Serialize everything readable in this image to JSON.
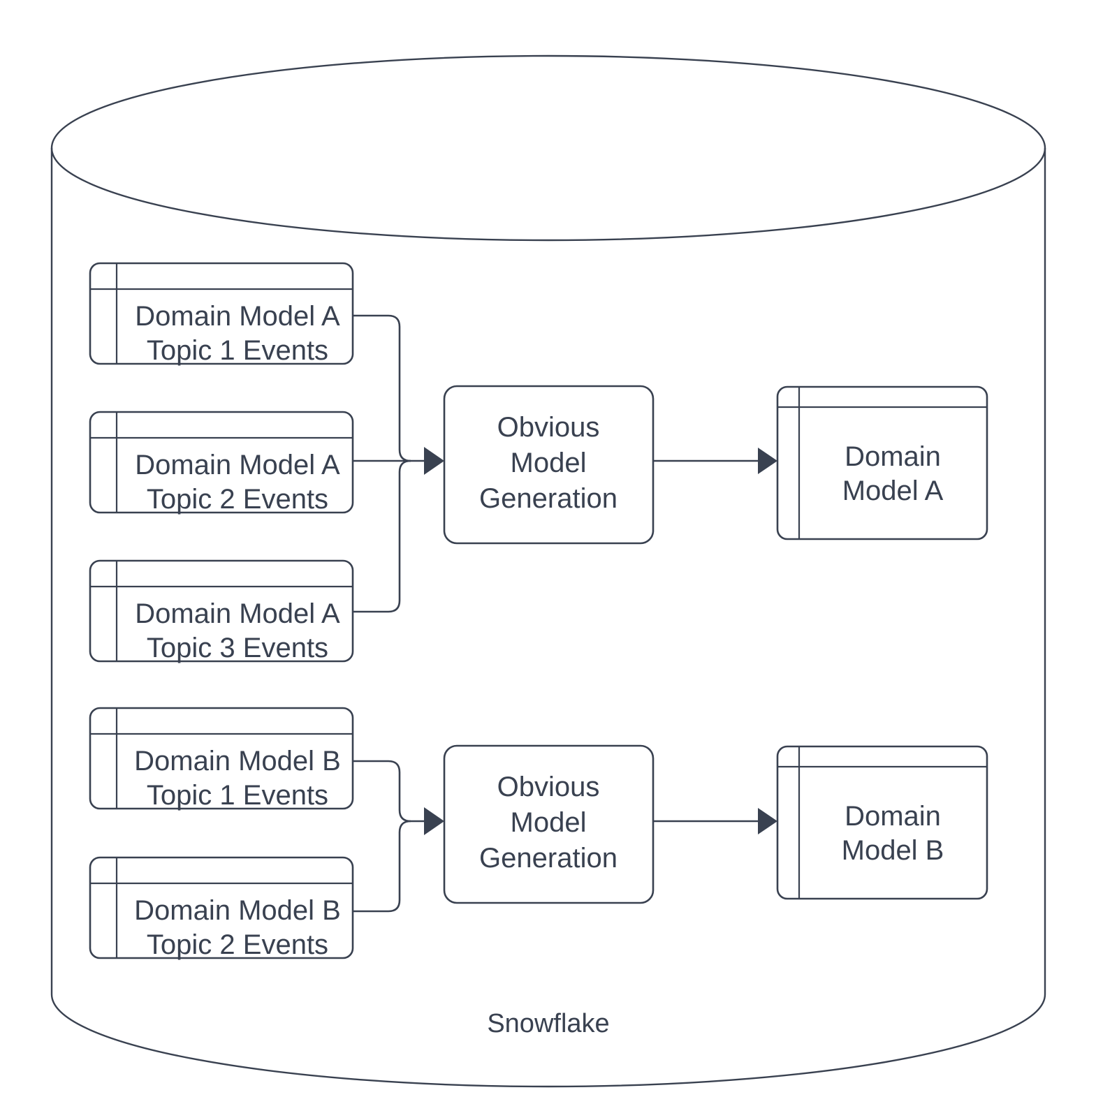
{
  "diagram": {
    "title": "Snowflake",
    "container": {
      "label": "Snowflake",
      "shape": "cylinder",
      "name": "snowflake-cylinder"
    },
    "colors": {
      "stroke": "#394150",
      "text": "#394150",
      "fill": "#ffffff",
      "background": "#ffffff"
    },
    "groups": [
      {
        "id": "group-a",
        "sources": [
          {
            "id": "src-a1",
            "line1": "Domain Model A",
            "line2": "Topic 1 Events",
            "shape": "table"
          },
          {
            "id": "src-a2",
            "line1": "Domain Model A",
            "line2": "Topic 2 Events",
            "shape": "table"
          },
          {
            "id": "src-a3",
            "line1": "Domain Model A",
            "line2": "Topic 3 Events",
            "shape": "table"
          }
        ],
        "process": {
          "id": "proc-a",
          "line1": "Obvious",
          "line2": "Model",
          "line3": "Generation",
          "shape": "rounded-rect"
        },
        "output": {
          "id": "out-a",
          "line1": "Domain",
          "line2": "Model A",
          "shape": "table"
        }
      },
      {
        "id": "group-b",
        "sources": [
          {
            "id": "src-b1",
            "line1": "Domain Model B",
            "line2": "Topic 1 Events",
            "shape": "table"
          },
          {
            "id": "src-b2",
            "line1": "Domain Model B",
            "line2": "Topic 2 Events",
            "shape": "table"
          }
        ],
        "process": {
          "id": "proc-b",
          "line1": "Obvious",
          "line2": "Model",
          "line3": "Generation",
          "shape": "rounded-rect"
        },
        "output": {
          "id": "out-b",
          "line1": "Domain",
          "line2": "Model B",
          "shape": "table"
        }
      }
    ]
  }
}
